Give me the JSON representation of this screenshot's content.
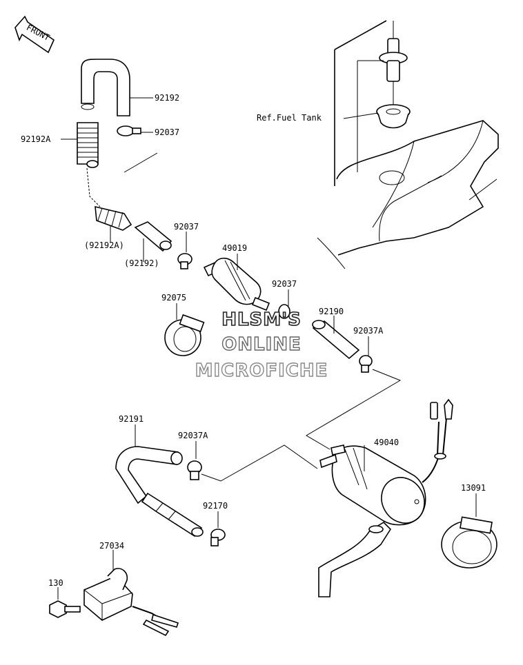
{
  "front_badge": "FRONT",
  "ref_label": "Ref.Fuel Tank",
  "labels": {
    "p92192_top": "92192",
    "p92037_top": "92037",
    "p92192A": "92192A",
    "p92192A_paren": "(92192A)",
    "p92192_paren": "(92192)",
    "p92037_left": "92037",
    "p49019": "49019",
    "p92037_mid": "92037",
    "p92075": "92075",
    "p92190": "92190",
    "p92037A_right": "92037A",
    "p49040": "49040",
    "p92191": "92191",
    "p92037A_left": "92037A",
    "p13091": "13091",
    "p92170": "92170",
    "p27034": "27034",
    "p130": "130"
  },
  "watermark": {
    "line1": "HLSM'S",
    "line2": "ONLINE",
    "line3": "MICROFICHE"
  }
}
